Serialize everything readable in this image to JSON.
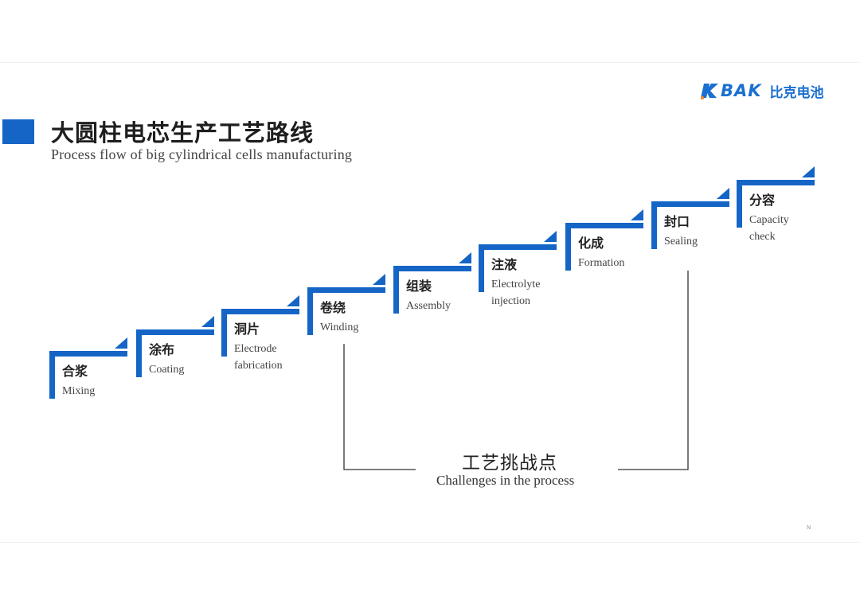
{
  "brand": {
    "logo_text": "BAK",
    "logo_cn": "比克电池",
    "color": "#1a6fd0"
  },
  "header": {
    "title_cn": "大圆柱电芯生产工艺路线",
    "title_en": "Process flow of big cylindrical cells manufacturing",
    "accent_color": "#1565c6"
  },
  "steps": [
    {
      "cn": "合浆",
      "en": "Mixing"
    },
    {
      "cn": "涂布",
      "en": "Coating"
    },
    {
      "cn": "洞片",
      "en": "Electrode\nfabrication"
    },
    {
      "cn": "卷绕",
      "en": "Winding"
    },
    {
      "cn": "组装",
      "en": "Assembly"
    },
    {
      "cn": "注液",
      "en": "Electrolyte\ninjection"
    },
    {
      "cn": "化成",
      "en": "Formation"
    },
    {
      "cn": "封口",
      "en": "Sealing"
    },
    {
      "cn": "分容",
      "en": "Capacity\ncheck"
    }
  ],
  "challenges": {
    "cn": "工艺挑战点",
    "en": "Challenges in the process",
    "range_from_step": "Winding",
    "range_to_step": "Sealing"
  },
  "page_number": "N"
}
